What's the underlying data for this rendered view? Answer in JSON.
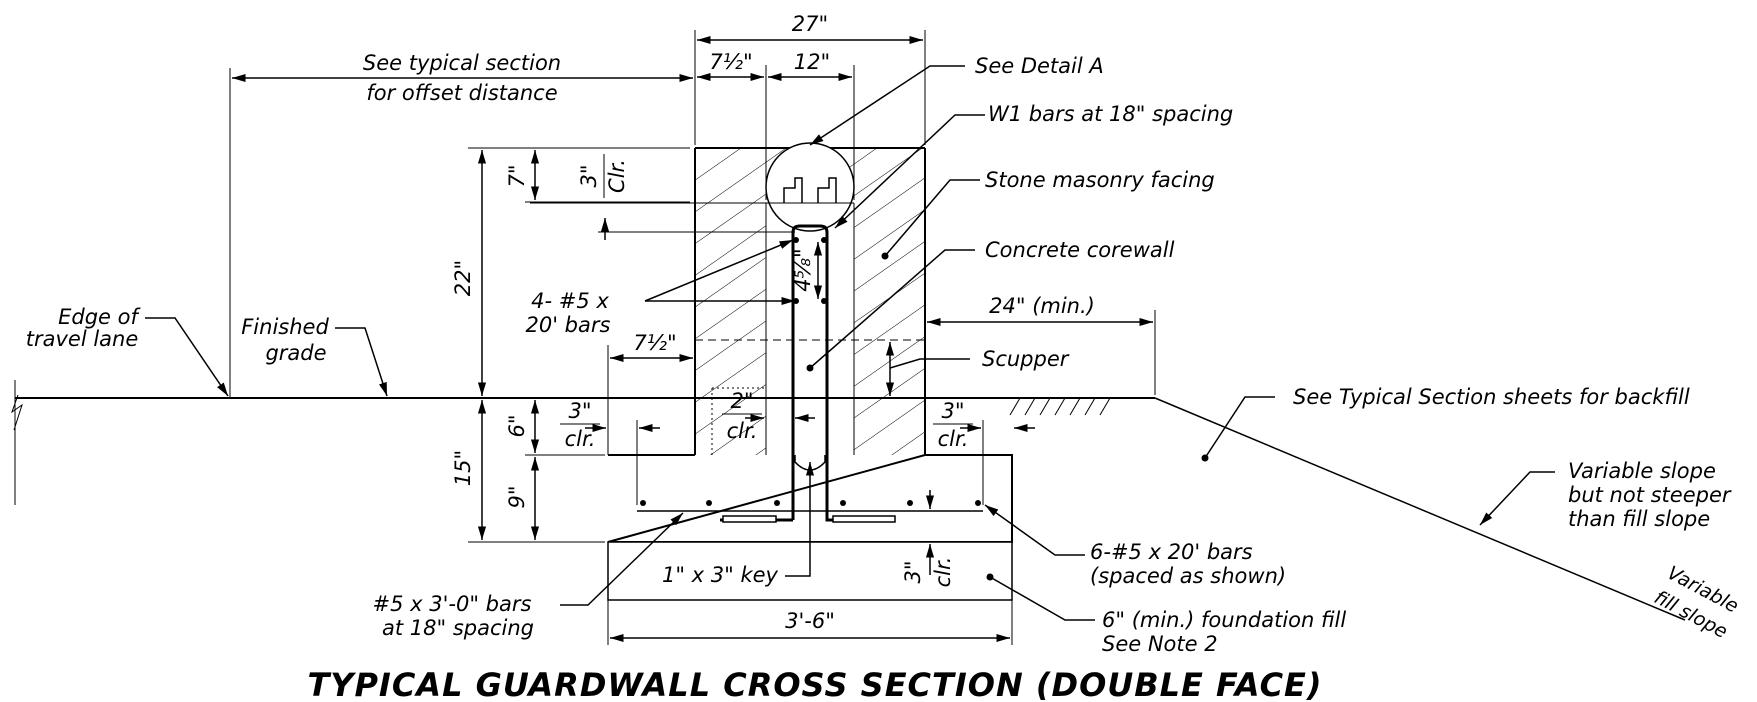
{
  "title": "TYPICAL GUARDWALL CROSS SECTION (DOUBLE FACE)",
  "dimensions": {
    "top_width": "27\"",
    "stone_width": "7½\"",
    "core_width": "12\"",
    "wall_height": "22\"",
    "cap_depth": "7\"",
    "cap_clear_value": "3\"",
    "cap_clear_label": "Clr.",
    "bar_spacing": "4⅝\"",
    "stone_facing_width": "7½\"",
    "footing_clear_left_value": "3\"",
    "footing_clear_left_label": "clr.",
    "core_clear_value": "2\"",
    "core_clear_label": "clr.",
    "footing_clear_right_value": "3\"",
    "footing_clear_right_label": "clr.",
    "embed_depth": "6\"",
    "footing_thickness": "9\"",
    "total_depth": "15\"",
    "bottom_clear_value": "3\"",
    "bottom_clear_label": "clr.",
    "footing_width": "3'-6\"",
    "backfill_min": "24\" (min.)"
  },
  "callouts": {
    "offset_line1": "See typical section",
    "offset_line2": "for offset distance",
    "detail_a": "See Detail A",
    "w1_bars": "W1 bars at 18\" spacing",
    "stone_facing": "Stone masonry facing",
    "corewall": "Concrete corewall",
    "long_bars_line1": "4- #5 x",
    "long_bars_line2": "20' bars",
    "scupper": "Scupper",
    "backfill": "See Typical Section sheets for backfill",
    "slope_line1": "Variable slope",
    "slope_line2": "but not steeper",
    "slope_line3": "than fill slope",
    "fill_slope_line1": "Variable",
    "fill_slope_line2": "fill slope",
    "edge_line1": "Edge of",
    "edge_line2": "travel lane",
    "grade_line1": "Finished",
    "grade_line2": "grade",
    "footing_bars_line1": "6-#5 x 20' bars",
    "footing_bars_line2": "(spaced as shown)",
    "transverse_bars_line1": "#5 x 3'-0\" bars",
    "transverse_bars_line2": "at 18\" spacing",
    "key": "1\" x 3\" key",
    "foundation_line1": "6\" (min.) foundation fill",
    "foundation_line2": "See Note 2"
  }
}
